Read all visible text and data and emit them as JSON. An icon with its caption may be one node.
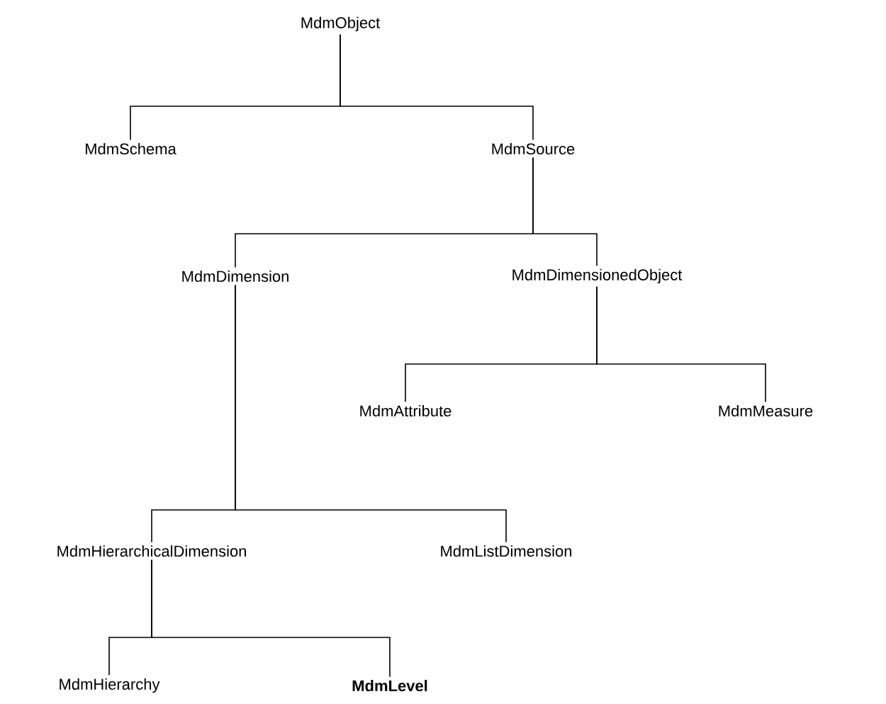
{
  "diagram": {
    "nodes": [
      {
        "text": [
          "MdmObject"
        ]
      },
      {
        "text": [
          "MdmSchema"
        ]
      },
      {
        "text": [
          "MdmSource"
        ]
      },
      {
        "text": [
          "MdmDimension"
        ]
      },
      {
        "text": [
          "MdmDimensionedObject"
        ]
      },
      {
        "text": [
          "MdmAttribute"
        ]
      },
      {
        "text": [
          "MdmMeasure"
        ]
      },
      {
        "text": [
          "MdmHierarchicalDimension"
        ]
      },
      {
        "text": [
          "MdmListDimension"
        ]
      },
      {
        "text": [
          "MdmHierarchy"
        ]
      },
      {
        "text": [
          "MdmLevel"
        ]
      }
    ],
    "edges": [
      {
        "from": 0,
        "to": 1,
        "arrow": "none"
      },
      {
        "from": 0,
        "to": 2,
        "arrow": "none"
      },
      {
        "from": 2,
        "to": 3,
        "arrow": "none"
      },
      {
        "from": 2,
        "to": 4,
        "arrow": "none"
      },
      {
        "from": 4,
        "to": 5,
        "arrow": "none"
      },
      {
        "from": 4,
        "to": 6,
        "arrow": "none"
      },
      {
        "from": 3,
        "to": 7,
        "arrow": "none"
      },
      {
        "from": 3,
        "to": 8,
        "arrow": "none"
      },
      {
        "from": 7,
        "to": 9,
        "arrow": "none"
      },
      {
        "from": 7,
        "to": 10,
        "arrow": "none"
      }
    ]
  }
}
